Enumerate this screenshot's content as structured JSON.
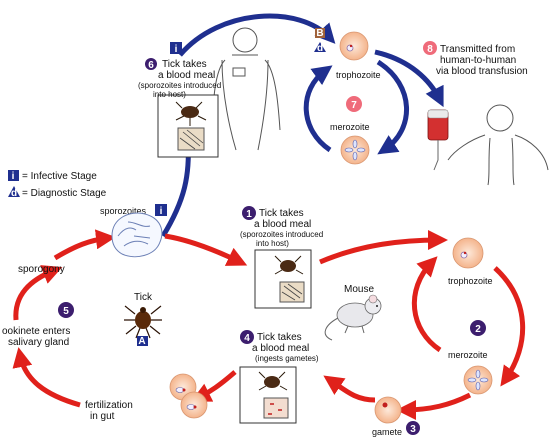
{
  "legend": {
    "infective": "= Infective Stage",
    "diagnostic": "= Diagnostic Stage",
    "infective_letter": "i",
    "diagnostic_letter": "d"
  },
  "human": {
    "step6_num": "6",
    "step6_title1": "Tick takes",
    "step6_title2": "a blood meal",
    "step6_sub1": "(sporozoites introduced",
    "step6_sub2": "into host)",
    "trophozoite": "trophozoite",
    "merozoite": "merozoite",
    "step7_num": "7",
    "badge_B": "B",
    "step8_num": "8",
    "step8_line1": "Transmitted from",
    "step8_line2": "human-to-human",
    "step8_line3": "via blood transfusion"
  },
  "tick": {
    "sporozoites": "sporozoites",
    "step1_num": "1",
    "step1_title1": "Tick takes",
    "step1_title2": "a blood meal",
    "step1_sub1": "(sporozoites introduced",
    "step1_sub2": "into host)",
    "sporogony": "sporogony",
    "step5_num": "5",
    "tick_label": "Tick",
    "badge_A": "A",
    "ookinete1": "ookinete enters",
    "ookinete2": "salivary gland",
    "fertilization1": "fertilization",
    "fertilization2": "in gut",
    "step4_num": "4",
    "step4_title1": "Tick takes",
    "step4_title2": "a blood meal",
    "step4_sub1": "(ingests gametes)",
    "gamete": "gamete",
    "step3_num": "3"
  },
  "mouse": {
    "mouse_label": "Mouse",
    "trophozoite": "trophozoite",
    "merozoite": "merozoite",
    "step2_num": "2"
  },
  "colors": {
    "red_arrow": "#e0211b",
    "blue_arrow": "#1f2f8f",
    "cell_fill": "#f7c9a8",
    "step_circle": "#3c1e6e",
    "step_pink": "#ef6b7a",
    "badge_brown": "#a0623a"
  }
}
